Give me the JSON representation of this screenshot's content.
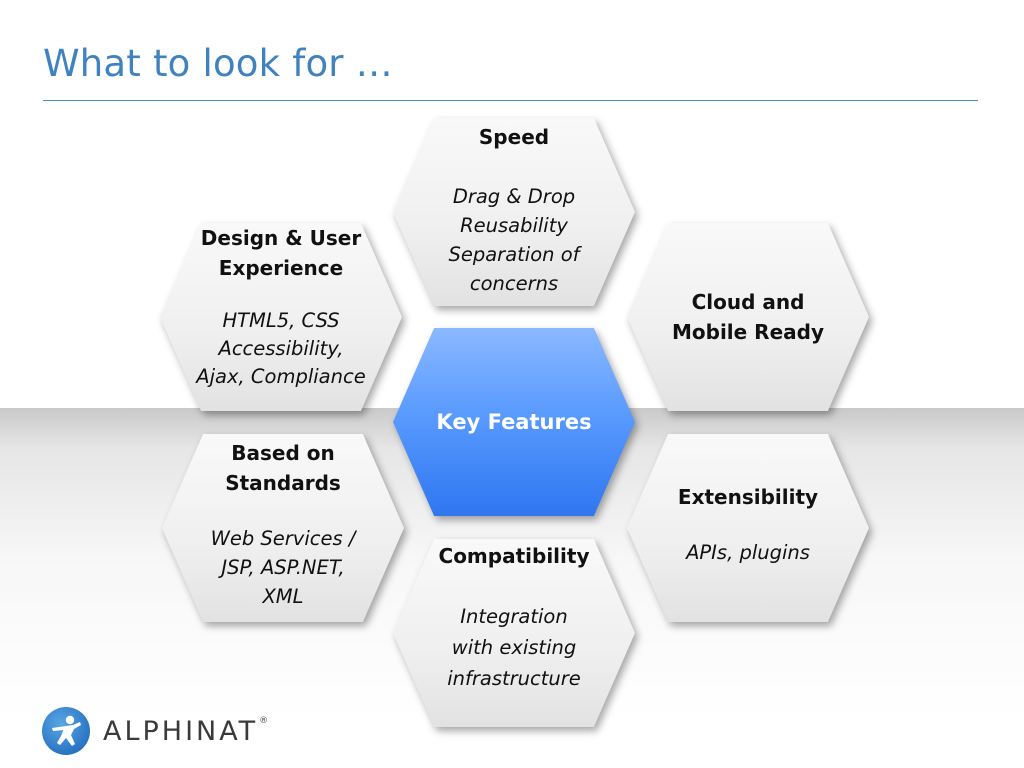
{
  "slide": {
    "title": "What to look for …"
  },
  "diagram": {
    "center": {
      "title": "Key Features"
    },
    "cells": {
      "speed": {
        "title": "Speed",
        "desc": "Drag & Drop\nReusability\nSeparation of\nconcerns"
      },
      "design": {
        "title": "Design & User\nExperience",
        "desc": "HTML5, CSS\nAccessibility,\nAjax, Compliance"
      },
      "cloud": {
        "title": "Cloud and\nMobile Ready"
      },
      "standards": {
        "title": "Based on\nStandards",
        "desc": "Web Services /\nJSP, ASP.NET,\nXML"
      },
      "extensibility": {
        "title": "Extensibility",
        "desc": "APIs, plugins"
      },
      "compatibility": {
        "title": "Compatibility",
        "desc": "Integration\nwith existing\ninfrastructure"
      }
    }
  },
  "logo": {
    "text": "ALPHINAT",
    "mark": "®",
    "icon": "person-star-icon"
  },
  "colors": {
    "title": "#3f82bf",
    "rule": "#4a8dc2",
    "center_hex_top": "#8ab8ff",
    "center_hex_bottom": "#2f76f0",
    "logo_blue": "#2a75c4"
  }
}
